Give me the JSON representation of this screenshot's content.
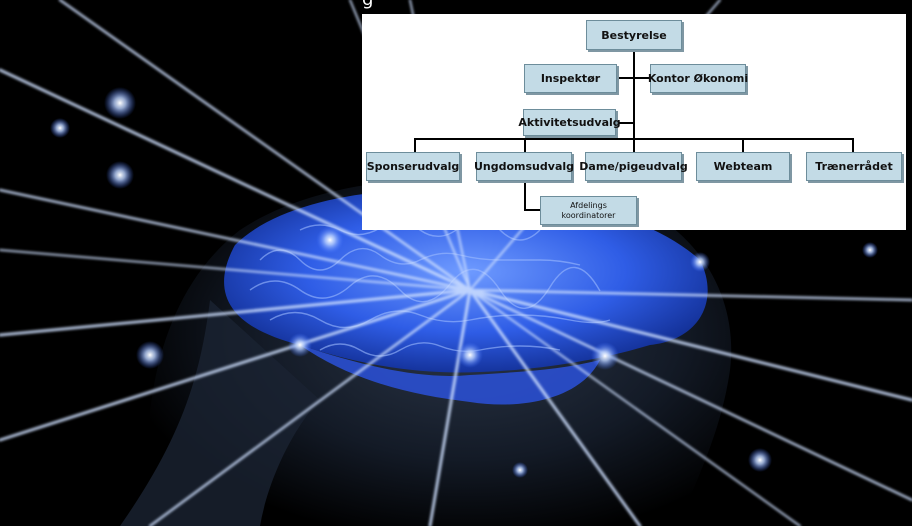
{
  "background": {
    "scene": "brain-neural-network",
    "colors": {
      "base": "#000000",
      "brain": "#3a6cff",
      "glow": "#cfe0ff",
      "head": "#5a6f88"
    }
  },
  "org_chart": {
    "root": "Bestyrelse",
    "left_branch": "Inspektør",
    "right_branch": "Kontor Økonomi",
    "middle": "Aktivitetsudvalg",
    "committees": [
      "Sponserudvalg",
      "Ungdomsudvalg",
      "Dame/pigeudvalg",
      "Webteam",
      "Trænerrådet"
    ],
    "sub_node": "Afdelings koordinatorer",
    "colors": {
      "box_fill": "#c3dbe6",
      "box_border": "#6d8d9b",
      "line": "#000000"
    }
  }
}
